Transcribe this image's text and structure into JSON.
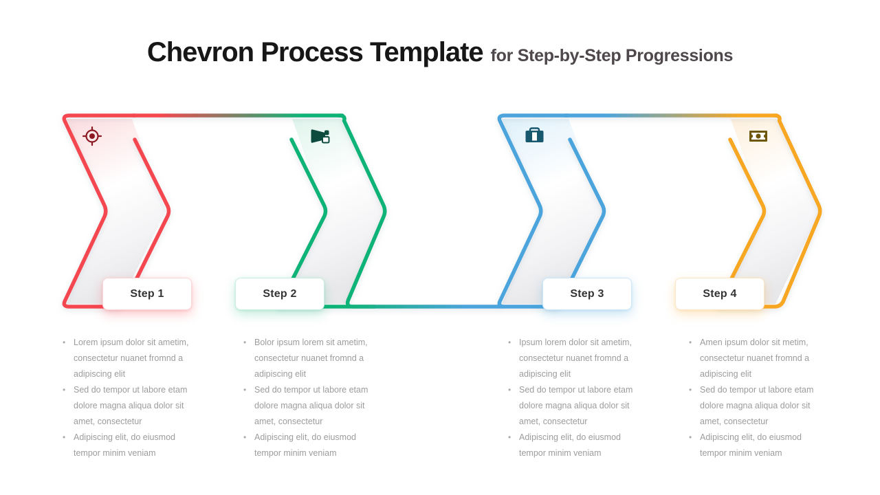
{
  "slide": {
    "title": "Chevron Process Template",
    "subtitle": "for Step-by-Step Progressions"
  },
  "steps": [
    {
      "label": "Step 1",
      "icon": "target-icon",
      "accent_color": "#F4474F",
      "tint_color": "#FBDCDE",
      "icon_color": "#8C1A22",
      "bullets": [
        "Lorem ipsum dolor sit ametim, consectetur nuanet fromnd a adipiscing elit",
        "Sed do tempor ut labore etam dolore magna aliqua dolor sit amet, consectetur",
        "Adipiscing elit, do eiusmod tempor minim veniam"
      ]
    },
    {
      "label": "Step 2",
      "icon": "megaphone-icon",
      "accent_color": "#10B377",
      "tint_color": "#DEF4EB",
      "icon_color": "#0C4B3E",
      "bullets": [
        "Bolor ipsum lorem sit ametim, consectetur nuanet fromnd a adipiscing elit",
        "Sed do tempor ut labore etam dolore magna aliqua dolor sit amet, consectetur",
        "Adipiscing elit, do eiusmod tempor minim veniam"
      ]
    },
    {
      "label": "Step 3",
      "icon": "briefcase-icon",
      "accent_color": "#4BA4DC",
      "tint_color": "#DEF0FA",
      "icon_color": "#18586F",
      "bullets": [
        "Ipsum lorem dolor sit ametim, consectetur nuanet fromnd a adipiscing elit",
        "Sed do tempor ut labore etam dolore magna aliqua dolor sit amet, consectetur",
        "Adipiscing elit, do eiusmod tempor minim veniam"
      ]
    },
    {
      "label": "Step 4",
      "icon": "banknote-icon",
      "accent_color": "#F7A723",
      "tint_color": "#FDEFDB",
      "icon_color": "#6F5709",
      "bullets": [
        "Amen ipsum dolor sit metim, consectetur nuanet fromnd a adipiscing elit",
        "Sed do tempor ut labore etam dolore magna aliqua dolor sit amet, consectetur",
        "Adipiscing elit, do eiusmod tempor minim veniam"
      ]
    }
  ]
}
